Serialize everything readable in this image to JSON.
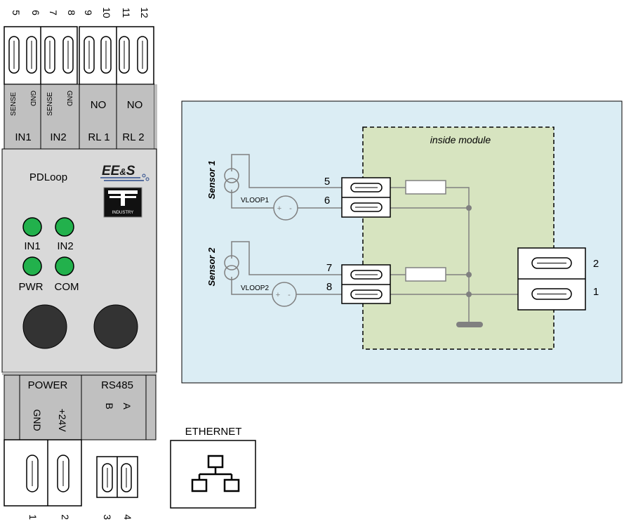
{
  "top_terminals": [
    "5",
    "6",
    "7",
    "8",
    "9",
    "10",
    "11",
    "12"
  ],
  "bottom_terminals": [
    "1",
    "2",
    "3",
    "4"
  ],
  "channel_labels": {
    "in1_sense": "SENSE",
    "in1_gnd": "GND",
    "in2_sense": "SENSE",
    "in2_gnd": "GND",
    "rl1_no": "NO",
    "rl2_no": "NO",
    "in1": "IN1",
    "in2": "IN2",
    "rl1": "RL 1",
    "rl2": "RL 2"
  },
  "device": {
    "name": "PDLoop",
    "brand": "EE&S",
    "brand_amp_prefix": "EE",
    "brand_amp": "&",
    "brand_amp_suffix": "S",
    "logo_sub": "INDUSTRY"
  },
  "leds": [
    {
      "label": "IN1",
      "color": "#22b14c"
    },
    {
      "label": "IN2",
      "color": "#22b14c"
    },
    {
      "label": "PWR",
      "color": "#22b14c"
    },
    {
      "label": "COM",
      "color": "#22b14c"
    }
  ],
  "bottom_labels": {
    "power": "POWER",
    "rs485": "RS485",
    "gnd": "GND",
    "plus24v": "+24V",
    "b": "B",
    "a": "A"
  },
  "ethernet": {
    "label": "ETHERNET"
  },
  "schematic": {
    "inside_label": "inside module",
    "sensor1": "Sensor 1",
    "sensor2": "Sensor 2",
    "vloop1": "VLOOP1",
    "vloop2": "VLOOP2",
    "pins_left": [
      "5",
      "6",
      "7",
      "8"
    ],
    "pins_right": [
      "2",
      "1"
    ]
  },
  "colors": {
    "panel_bg": "#dbedf4",
    "inside_bg": "#d7e4c0",
    "device_grey": "#d9d9d9",
    "label_grey": "#c0c0c0",
    "led_green": "#22b14c",
    "knob": "#333333"
  }
}
